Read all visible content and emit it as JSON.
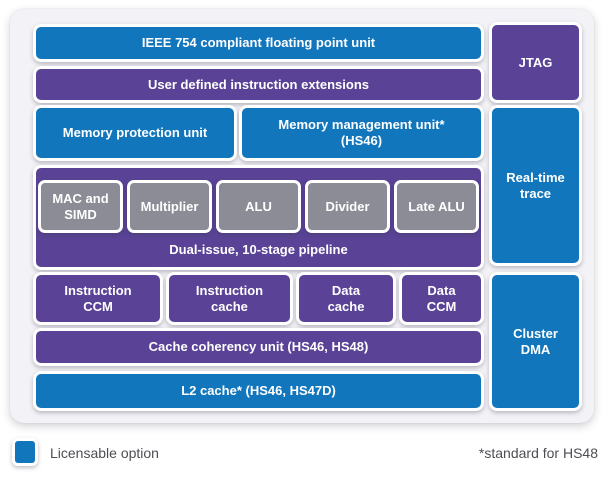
{
  "colors": {
    "page_bg": "#ffffff",
    "panel_bg": "#f3f2f6",
    "blue": "#1276bc",
    "purple": "#5a4396",
    "gray": "#8b8c96",
    "caption_text": "#4d4e53",
    "block_text": "#ffffff"
  },
  "blocks": {
    "fpu": "IEEE 754 compliant floating point unit",
    "udi": "User defined instruction extensions",
    "jtag": "JTAG",
    "mpu": "Memory protection unit",
    "mmu": "Memory management unit*\n(HS46)",
    "rtt": "Real-time\ntrace",
    "pipeline_caption": "Dual-issue, 10-stage pipeline",
    "pipeline_units": [
      "MAC and\nSIMD",
      "Multiplier",
      "ALU",
      "Divider",
      "Late ALU"
    ],
    "iccm": "Instruction\nCCM",
    "icache": "Instruction\ncache",
    "dcache": "Data\ncache",
    "dccm": "Data\nCCM",
    "ccu": "Cache coherency unit (HS46, HS48)",
    "l2": "L2 cache* (HS46, HS47D)",
    "dma": "Cluster\nDMA"
  },
  "legend": {
    "swatch_color": "#1276bc",
    "label": "Licensable option"
  },
  "footnote": "*standard for HS48"
}
